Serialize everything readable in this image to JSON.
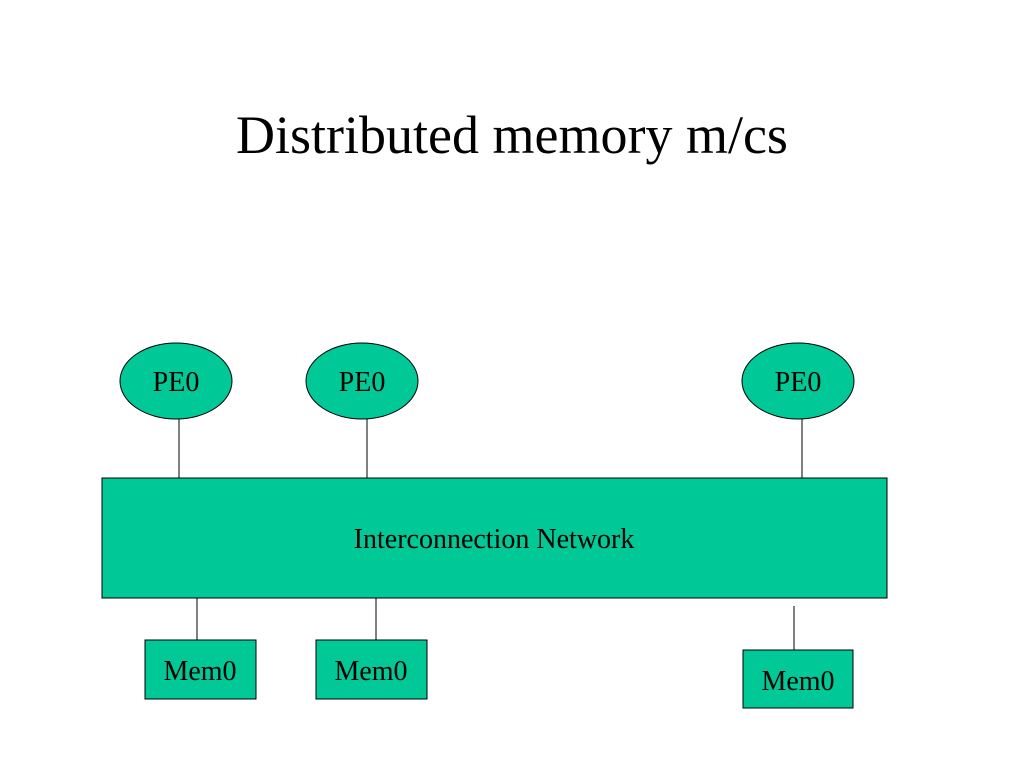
{
  "slide": {
    "title": "Distributed memory m/cs"
  },
  "colors": {
    "node_fill": "#00C896",
    "stroke": "#000000",
    "background": "#FFFFFF"
  },
  "diagram": {
    "processors": [
      {
        "label": "PE0"
      },
      {
        "label": "PE0"
      },
      {
        "label": "PE0"
      }
    ],
    "network": {
      "label": "Interconnection Network"
    },
    "memories": [
      {
        "label": "Mem0"
      },
      {
        "label": "Mem0"
      },
      {
        "label": "Mem0"
      }
    ]
  }
}
